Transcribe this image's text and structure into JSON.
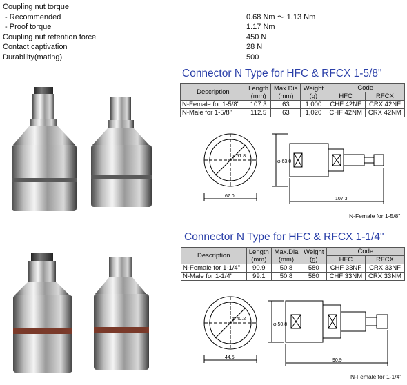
{
  "specs": [
    {
      "label": "Coupling nut torque",
      "value": ""
    },
    {
      "label": " - Recommended",
      "value": "0.68 Nm ～ 1.13 Nm"
    },
    {
      "label": " - Proof torque",
      "value": "1.17 Nm"
    },
    {
      "label": "Coupling nut retention force",
      "value": "450 N"
    },
    {
      "label": "Contact captivation",
      "value": "28 N"
    },
    {
      "label": "Durability(mating)",
      "value": "500"
    }
  ],
  "sections": [
    {
      "title": "Connector N Type for HFC & RFCX 1-5/8\"",
      "headers": {
        "description": "Description",
        "length": "Length",
        "length_unit": "(mm)",
        "maxdia": "Max.Dia",
        "maxdia_unit": "(mm)",
        "weight": "Weight",
        "weight_unit": "(g)",
        "code": "Code",
        "hfc": "HFC",
        "rfcx": "RFCX"
      },
      "rows": [
        {
          "description": "N-Female for 1-5/8\"",
          "length": "107.3",
          "maxdia": "63",
          "weight": "1,000",
          "hfc": "CHF 42NF",
          "rfcx": "CRX 42NF"
        },
        {
          "description": "N-Male  for 1-5/8\"",
          "length": "112.5",
          "maxdia": "63",
          "weight": "1,020",
          "hfc": "CHF 42NM",
          "rfcx": "CRX 42NM"
        }
      ],
      "dims": {
        "inner_dia": "φ 51.8",
        "outer_dia": "φ 63.0",
        "width": "67.0",
        "length": "107.3"
      },
      "caption": "N-Female for 1-5/8\""
    },
    {
      "title": "Connector N Type for HFC & RFCX 1-1/4\"",
      "headers": {
        "description": "Description",
        "length": "Length",
        "length_unit": "(mm)",
        "maxdia": "Max.Dia",
        "maxdia_unit": "(mm)",
        "weight": "Weight",
        "weight_unit": "(g)",
        "code": "Code",
        "hfc": "HFC",
        "rfcx": "RFCX"
      },
      "rows": [
        {
          "description": "N-Female for 1-1/4\"",
          "length": "90.9",
          "maxdia": "50.8",
          "weight": "580",
          "hfc": "CHF 33NF",
          "rfcx": "CRX 33NF"
        },
        {
          "description": "N-Male  for 1-1/4\"",
          "length": "99.1",
          "maxdia": "50.8",
          "weight": "580",
          "hfc": "CHF 33NM",
          "rfcx": "CRX 33NM"
        }
      ],
      "dims": {
        "inner_dia": "φ 40.2",
        "outer_dia": "φ 50.8",
        "width": "44.5",
        "length": "90.9"
      },
      "caption": "N-Female for 1-1/4\""
    }
  ]
}
